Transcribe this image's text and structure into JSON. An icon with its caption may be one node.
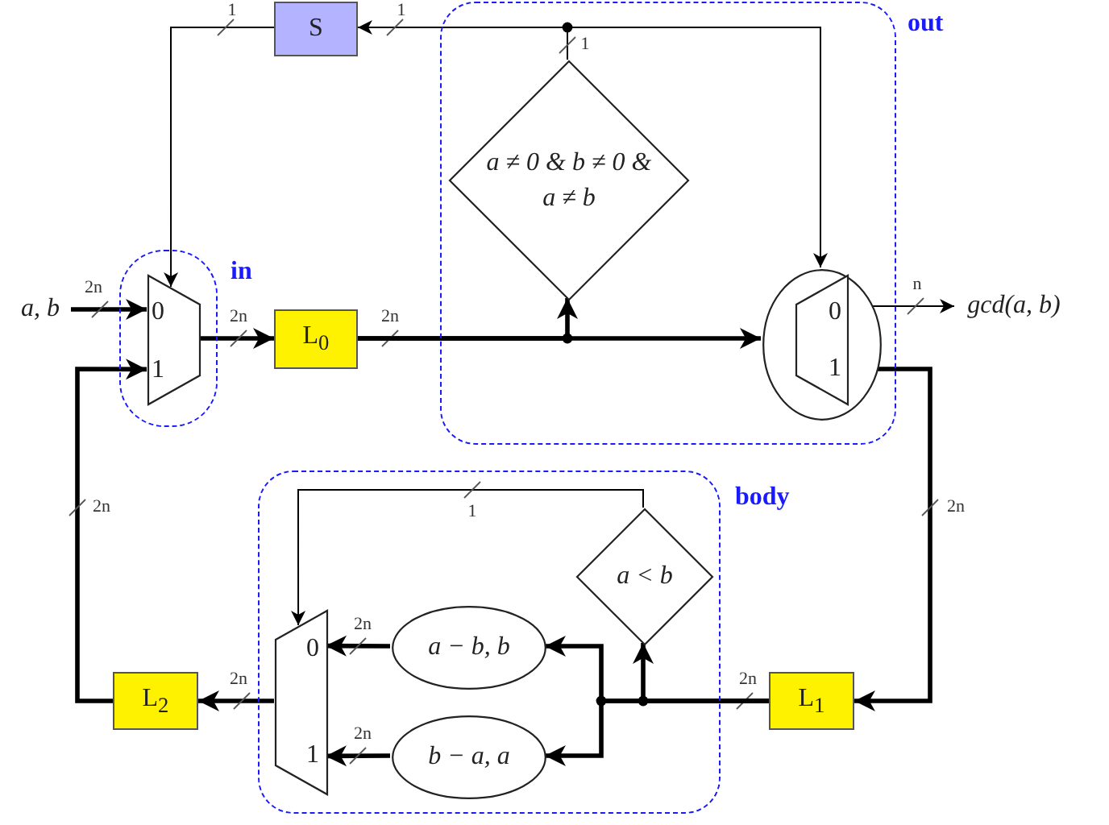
{
  "diagram": {
    "nodes": [
      {
        "text": [
          "in"
        ]
      },
      {
        "text": [
          "0",
          "1"
        ],
        "in": 0
      },
      {
        "text": [
          "S"
        ]
      },
      {
        "text": [
          "L$_{0}$"
        ]
      },
      {
        "text": [
          "out"
        ]
      },
      {
        "text": [
          "a ≠ 0 & b ≠ 0 & a ≠ b"
        ],
        "in": 4
      },
      {
        "text": [
          "0",
          "1"
        ],
        "in": 4
      },
      {
        "text": [
          "gcd(a, b)"
        ]
      },
      {
        "text": [
          "a, b"
        ]
      },
      {
        "text": [
          "body"
        ]
      },
      {
        "text": [
          "a < b"
        ],
        "in": 9
      },
      {
        "text": [
          "a − b, b"
        ],
        "in": 9
      },
      {
        "text": [
          "b − a, a"
        ],
        "in": 9
      },
      {
        "text": [
          "0",
          "1"
        ],
        "in": 9
      },
      {
        "text": [
          "L$_{1}$"
        ]
      },
      {
        "text": [
          "L$_{2}$"
        ]
      }
    ],
    "edges": [
      {
        "from": 8,
        "to": 1,
        "arrow": "to",
        "label": "2n"
      },
      {
        "from": 1,
        "to": 3,
        "arrow": "to",
        "label": "2n"
      },
      {
        "from": 3,
        "to": 5,
        "arrow": "to",
        "label": "2n"
      },
      {
        "from": 3,
        "to": 6,
        "arrow": "to"
      },
      {
        "from": 5,
        "to": 2,
        "arrow": "to",
        "label": "1"
      },
      {
        "from": 5,
        "to": 6,
        "arrow": "to",
        "label": "1"
      },
      {
        "from": 2,
        "to": 1,
        "arrow": "to",
        "label": "1"
      },
      {
        "from": 6,
        "to": 7,
        "arrow": "to",
        "label": "n"
      },
      {
        "from": 6,
        "to": 14,
        "arrow": "to",
        "label": "2n"
      },
      {
        "from": 14,
        "to": 10,
        "arrow": "to",
        "label": "2n"
      },
      {
        "from": 14,
        "to": 11,
        "arrow": "to"
      },
      {
        "from": 14,
        "to": 12,
        "arrow": "to"
      },
      {
        "from": 10,
        "to": 13,
        "arrow": "to",
        "label": "1"
      },
      {
        "from": 11,
        "to": 13,
        "arrow": "to",
        "label": "2n"
      },
      {
        "from": 12,
        "to": 13,
        "arrow": "to",
        "label": "2n"
      },
      {
        "from": 13,
        "to": 15,
        "arrow": "to",
        "label": "2n"
      },
      {
        "from": 15,
        "to": 1,
        "arrow": "to",
        "label": "2n"
      }
    ]
  }
}
